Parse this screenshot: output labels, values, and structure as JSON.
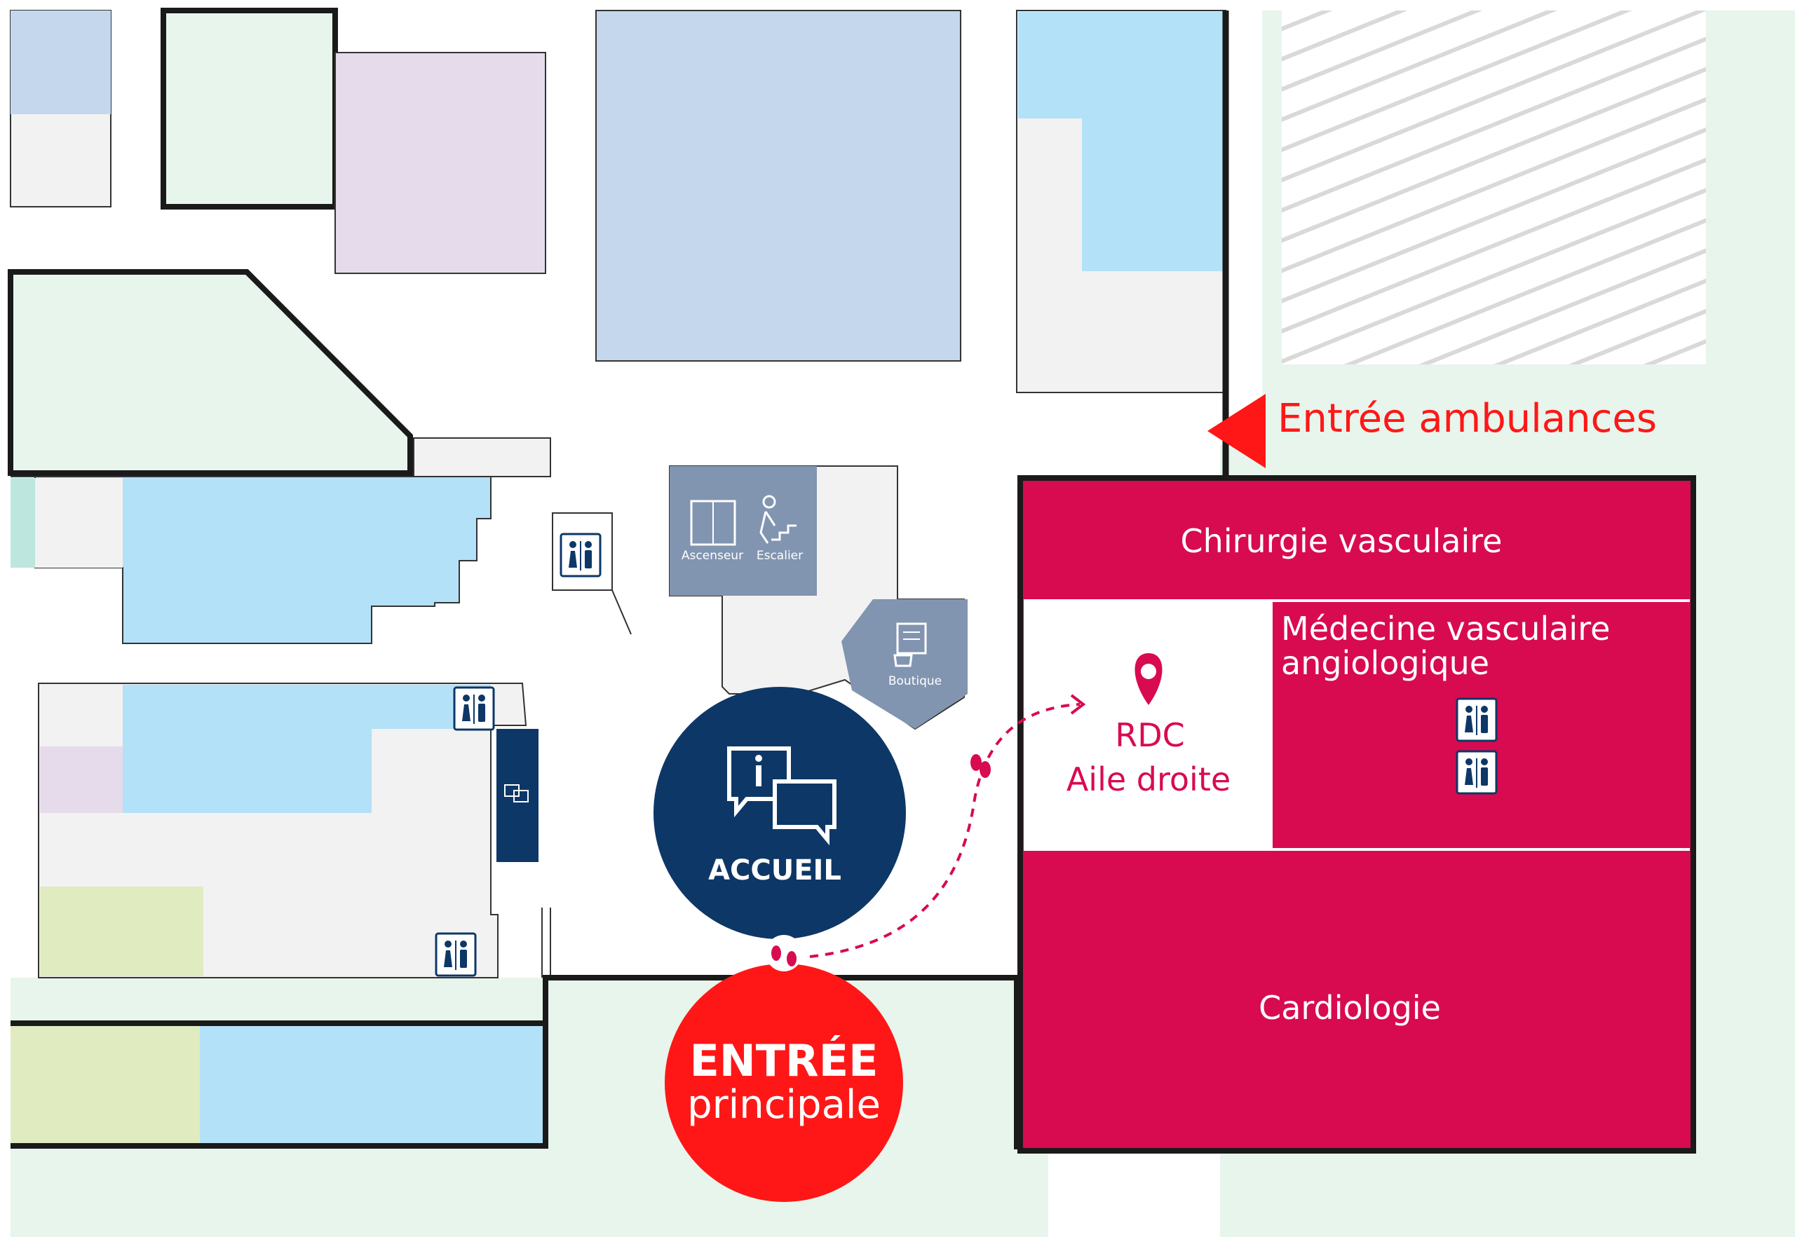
{
  "colors": {
    "background": "#ffffff",
    "outdoor": "#e7f5ec",
    "corridor": "#f2f2f2",
    "cardiology_wing": "#d80b50",
    "navy": "#0d3766",
    "entrance_red": "#ff1717",
    "service_slate": "#8195b1",
    "light_blue": "#b3e1f7",
    "pale_blue": "#c4d7ec",
    "mint": "#e8f5ed",
    "lilac": "#e5dbea",
    "lime": "#e1ebc0",
    "teal": "#bde6df",
    "hatching": "#d9d9d9"
  },
  "map": {
    "reception": {
      "label": "ACCUEIL",
      "icon": "info-chat-icon"
    },
    "main_entrance": {
      "line1": "ENTRÉE",
      "line2": "principale"
    },
    "ambulance_entrance": {
      "label": "Entrée ambulances",
      "icon": "arrow-left-icon"
    },
    "elevator": {
      "label": "Ascenseur",
      "icon": "elevator-icon"
    },
    "stairs": {
      "label": "Escalier",
      "icon": "stairs-icon"
    },
    "shop": {
      "label": "Boutique",
      "icon": "shop-icon"
    },
    "wing": {
      "top": "Chirurgie vasculaire",
      "middle_line1": "Médecine vasculaire",
      "middle_line2": "angiologique",
      "bottom": "Cardiologie",
      "location_line1": "RDC",
      "location_line2": "Aile droite",
      "location_icon": "map-pin-icon"
    },
    "restroom_icon": "restroom-icon",
    "footsteps_icon": "footsteps-icon"
  }
}
